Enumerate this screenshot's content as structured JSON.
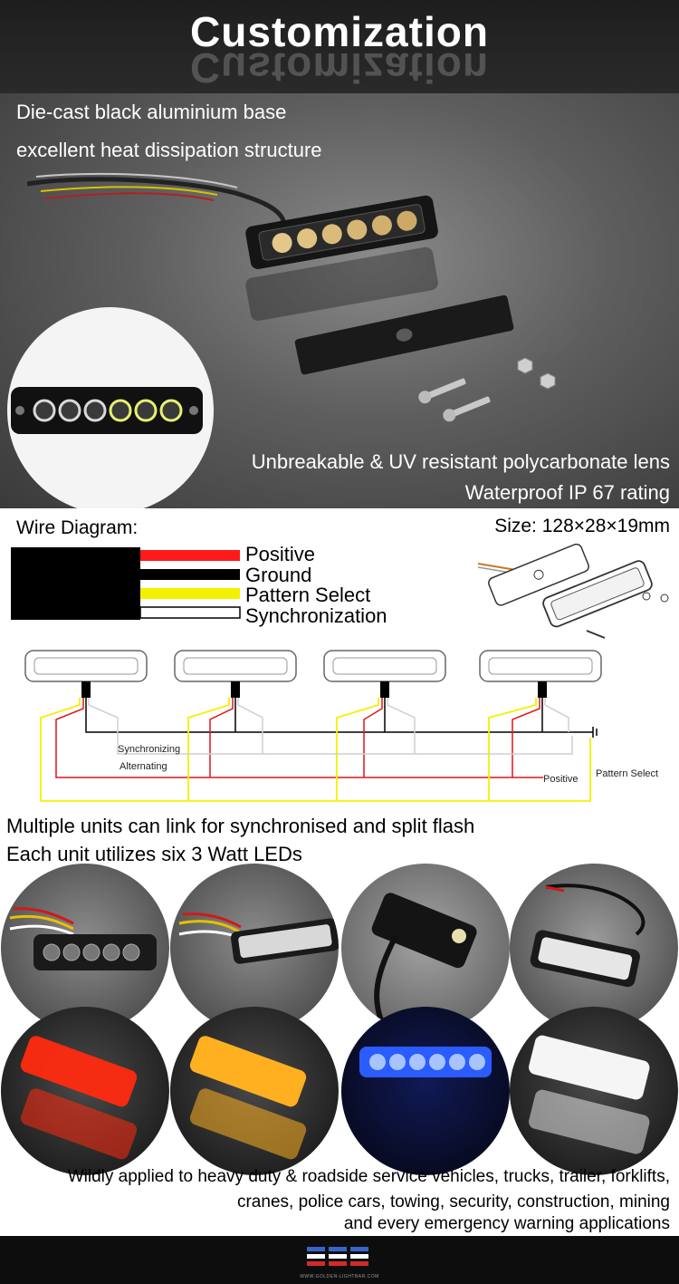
{
  "header": {
    "title": "Customization"
  },
  "hero": {
    "feature_1": "Die-cast black aluminium base",
    "feature_2": "excellent heat dissipation structure",
    "feature_3": "Unbreakable & UV resistant polycarbonate lens",
    "feature_4": "Waterproof IP 67 rating"
  },
  "wire_diagram": {
    "title": "Wire Diagram:",
    "size": "Size: 128×28×19mm",
    "wires": [
      {
        "label": "Positive",
        "color": "#ff1a1a"
      },
      {
        "label": "Ground",
        "color": "#000000"
      },
      {
        "label": "Pattern Select",
        "color": "#f2f200"
      },
      {
        "label": "Synchronization",
        "color": "#ffffff"
      }
    ],
    "labels": {
      "synchronizing": "Synchronizing",
      "alternating": "Alternating",
      "positive": "Positive",
      "pattern_select": "Pattern Select"
    }
  },
  "features": {
    "line_1": "Multiple units can link for synchronised and split flash",
    "line_2": "Each unit utilizes six 3 Watt LEDs"
  },
  "applications": {
    "line_1": "Wildly applied to heavy duty & roadside service vehicles, trucks, trailer, forklifts,",
    "line_2": "cranes, police cars, towing, security, construction, mining",
    "line_3": "and every emergency warning applications"
  },
  "footer": {
    "website": "WWW.GOLDEN-LIGHTBAR.COM"
  },
  "colors": {
    "red": "#ff2a10",
    "amber": "#ffb020",
    "blue": "#2a5cff",
    "white": "#ffffff"
  }
}
